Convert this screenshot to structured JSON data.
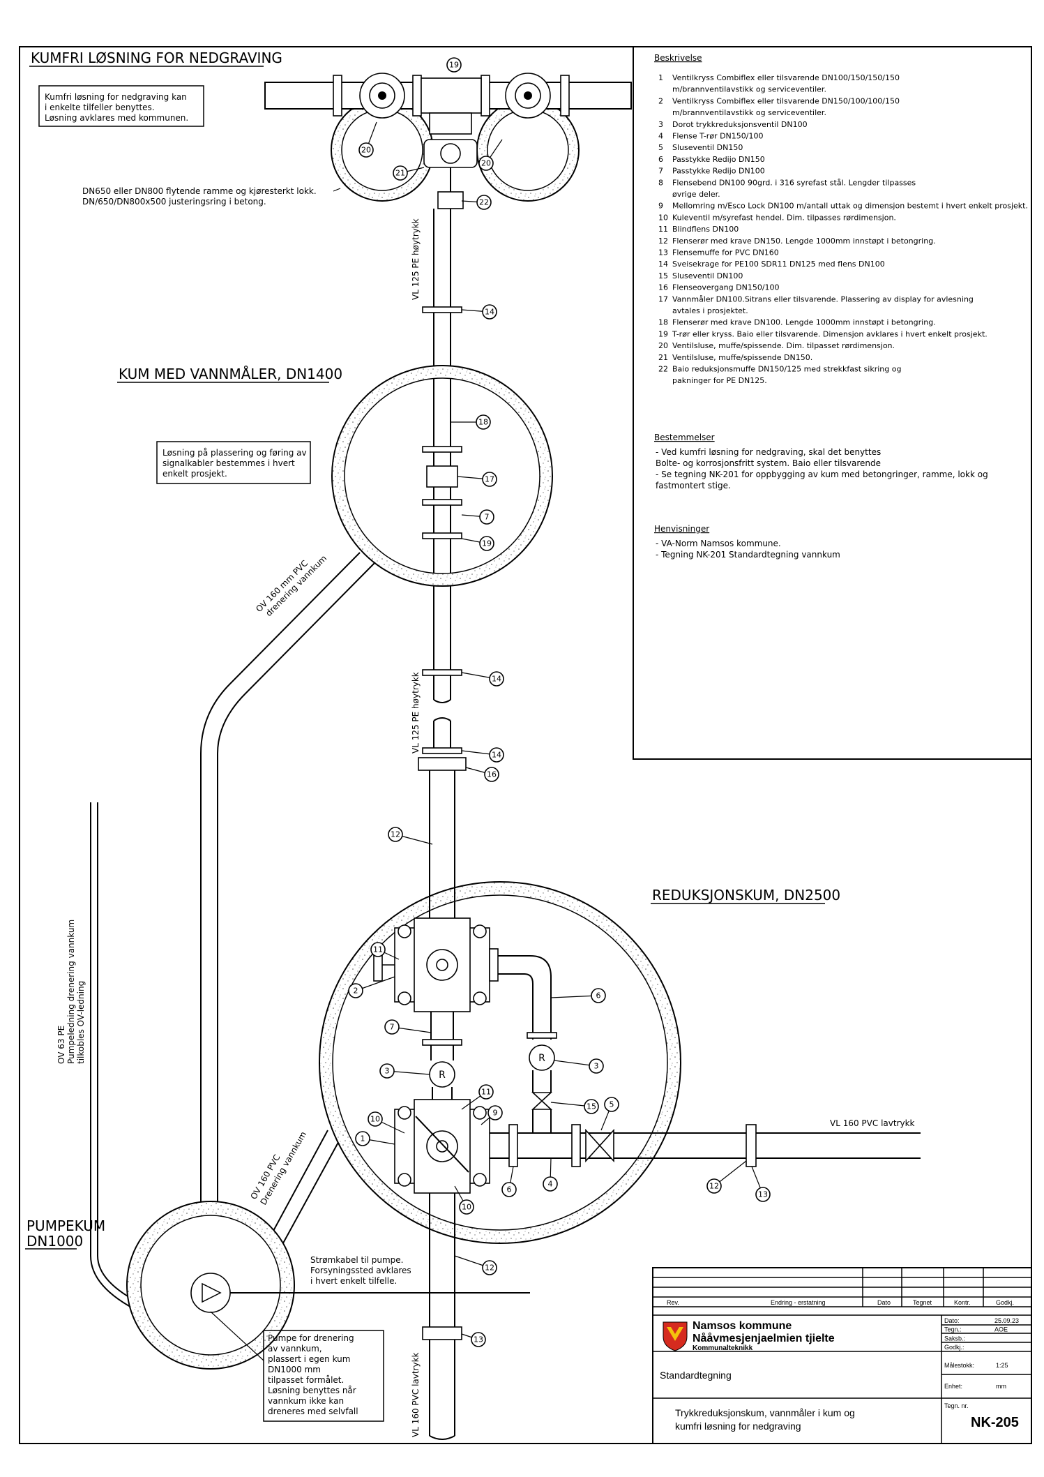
{
  "sections": {
    "kumfri_title": "KUMFRI LØSNING FOR NEDGRAVING",
    "kum_vannmaler_title": "KUM MED VANNMÅLER, DN1400",
    "reduksjonskum_title": "REDUKSJONSKUM, DN2500",
    "pumpekum_title": [
      "PUMPEKUM",
      "DN1000"
    ]
  },
  "notes": {
    "kumfri_box": [
      "Kumfri løsning for nedgraving kan",
      "i enkelte tilfeller benyttes.",
      "Løsning avklares med kommunen."
    ],
    "ramme": [
      "DN650 eller DN800 flytende ramme og kjøresterkt lokk.",
      "DN/650/DN800x500 justeringsring i betong."
    ],
    "signal_box": [
      "Løsning på plassering og føring av",
      "signalkabler bestemmes i hvert",
      "enkelt prosjekt."
    ],
    "stromkabel": [
      "Strømkabel til pumpe.",
      "Forsyningssted avklares",
      "i hvert enkelt tilfelle."
    ],
    "pumpe_box": [
      "Pumpe for drenering",
      "av vannkum,",
      "plassert i egen kum",
      "DN1000 mm",
      "tilpasset formålet.",
      "Løsning benyttes når",
      "vannkum ikke kan",
      "dreneres med selvfall"
    ]
  },
  "pipe_labels": {
    "vl125_top": "VL 125 PE høytrykk",
    "vl125_mid": "VL 125 PE høytrykk",
    "vl160_bottom": "VL 160 PVC lavtrykk",
    "vl160_right": "VL 160 PVC lavtrykk",
    "ov160_upper": [
      "OV 160 mm PVC",
      "drenering vannkum"
    ],
    "ov160_lower": [
      "OV 160 PVC",
      "Drenering vannkum"
    ],
    "ov63": [
      "OV 63 PE",
      "Pumpeledning drenering vannkum",
      "tilkobles OV-ledning"
    ]
  },
  "beskrivelse": {
    "heading": "Beskrivelse",
    "items": [
      {
        "no": "1",
        "text": "Ventilkryss Combiflex eller tilsvarende DN100/150/150/150"
      },
      {
        "no": "",
        "text": "m/brannventilavstikk og serviceventiler."
      },
      {
        "no": "2",
        "text": "Ventilkryss Combiflex eller tilsvarende DN150/100/100/150"
      },
      {
        "no": "",
        "text": "m/brannventilavstikk og serviceventiler."
      },
      {
        "no": "3",
        "text": "Dorot trykkreduksjonsventil DN100"
      },
      {
        "no": "4",
        "text": "Flense T-rør DN150/100"
      },
      {
        "no": "5",
        "text": "Sluseventil DN150"
      },
      {
        "no": "6",
        "text": "Passtykke Redijo DN150"
      },
      {
        "no": "7",
        "text": "Passtykke Redijo DN100"
      },
      {
        "no": "8",
        "text": "Flensebend DN100 90grd. i 316 syrefast stål. Lengder tilpasses"
      },
      {
        "no": "",
        "text": "øvrige deler."
      },
      {
        "no": "9",
        "text": "Mellomring m/Esco Lock DN100 m/antall uttak og dimensjon bestemt i hvert enkelt prosjekt."
      },
      {
        "no": "10",
        "text": "Kuleventil m/syrefast hendel. Dim. tilpasses rørdimensjon."
      },
      {
        "no": "11",
        "text": "Blindflens DN100"
      },
      {
        "no": "12",
        "text": "Flenserør med krave DN150. Lengde 1000mm innstøpt i betongring."
      },
      {
        "no": "13",
        "text": "Flensemuffe for PVC DN160"
      },
      {
        "no": "14",
        "text": "Sveisekrage for PE100 SDR11 DN125 med flens DN100"
      },
      {
        "no": "15",
        "text": "Sluseventil DN100"
      },
      {
        "no": "16",
        "text": "Flenseovergang DN150/100"
      },
      {
        "no": "17",
        "text": "Vannmåler DN100.Sitrans eller tilsvarende. Plassering av display for avlesning"
      },
      {
        "no": "",
        "text": "avtales i prosjektet."
      },
      {
        "no": "18",
        "text": "Flenserør med krave DN100. Lengde 1000mm innstøpt i betongring."
      },
      {
        "no": "19",
        "text": "T-rør eller kryss. Baio eller tilsvarende. Dimensjon avklares i hvert enkelt prosjekt."
      },
      {
        "no": "20",
        "text": "Ventilsluse, muffe/spissende. Dim. tilpasset rørdimensjon."
      },
      {
        "no": "21",
        "text": "Ventilsluse, muffe/spissende DN150."
      },
      {
        "no": "22",
        "text": "Baio reduksjonsmuffe DN150/125 med strekkfast sikring og"
      },
      {
        "no": "",
        "text": "pakninger for PE DN125."
      }
    ]
  },
  "bestemmelser": {
    "heading": "Bestemmelser",
    "lines": [
      "- Ved kumfri løsning for nedgraving, skal det benyttes",
      "  Bolte- og korrosjonsfritt system. Baio eller tilsvarende",
      "- Se tegning NK-201 for oppbygging av kum med betongringer, ramme, lokk og",
      "  fastmontert stige."
    ]
  },
  "henvisninger": {
    "heading": "Henvisninger",
    "lines": [
      "- VA-Norm Namsos kommune.",
      "- Tegning NK-201 Standardtegning vannkum"
    ]
  },
  "title_block": {
    "rev_headers": [
      "Rev.",
      "Endring - erstatning",
      "Dato",
      "Tegnet",
      "Kontr.",
      "Godkj."
    ],
    "org_name": "Namsos kommune",
    "org_name_sami": "Nååvmesjenjaelmien tjielte",
    "org_dept": "Kommunalteknikk",
    "fields": [
      {
        "label": "Dato:",
        "value": "25.09.23"
      },
      {
        "label": "Tegn.:",
        "value": "AOE"
      },
      {
        "label": "Saksb.:",
        "value": ""
      },
      {
        "label": "Godkj.:",
        "value": ""
      }
    ],
    "scale_label": "Målestokk:",
    "scale_value": "1:25",
    "unit_label": "Enhet:",
    "unit_value": "mm",
    "standard": "Standardtegning",
    "drawing_title": [
      "Trykkreduksjonskum, vannmåler i kum og",
      "kumfri løsning for nedgraving"
    ],
    "drawing_no_label": "Tegn. nr.",
    "drawing_no": "NK-205"
  },
  "colors": {
    "logo_red": "#d62b1f",
    "logo_yellow": "#f4c20d"
  }
}
